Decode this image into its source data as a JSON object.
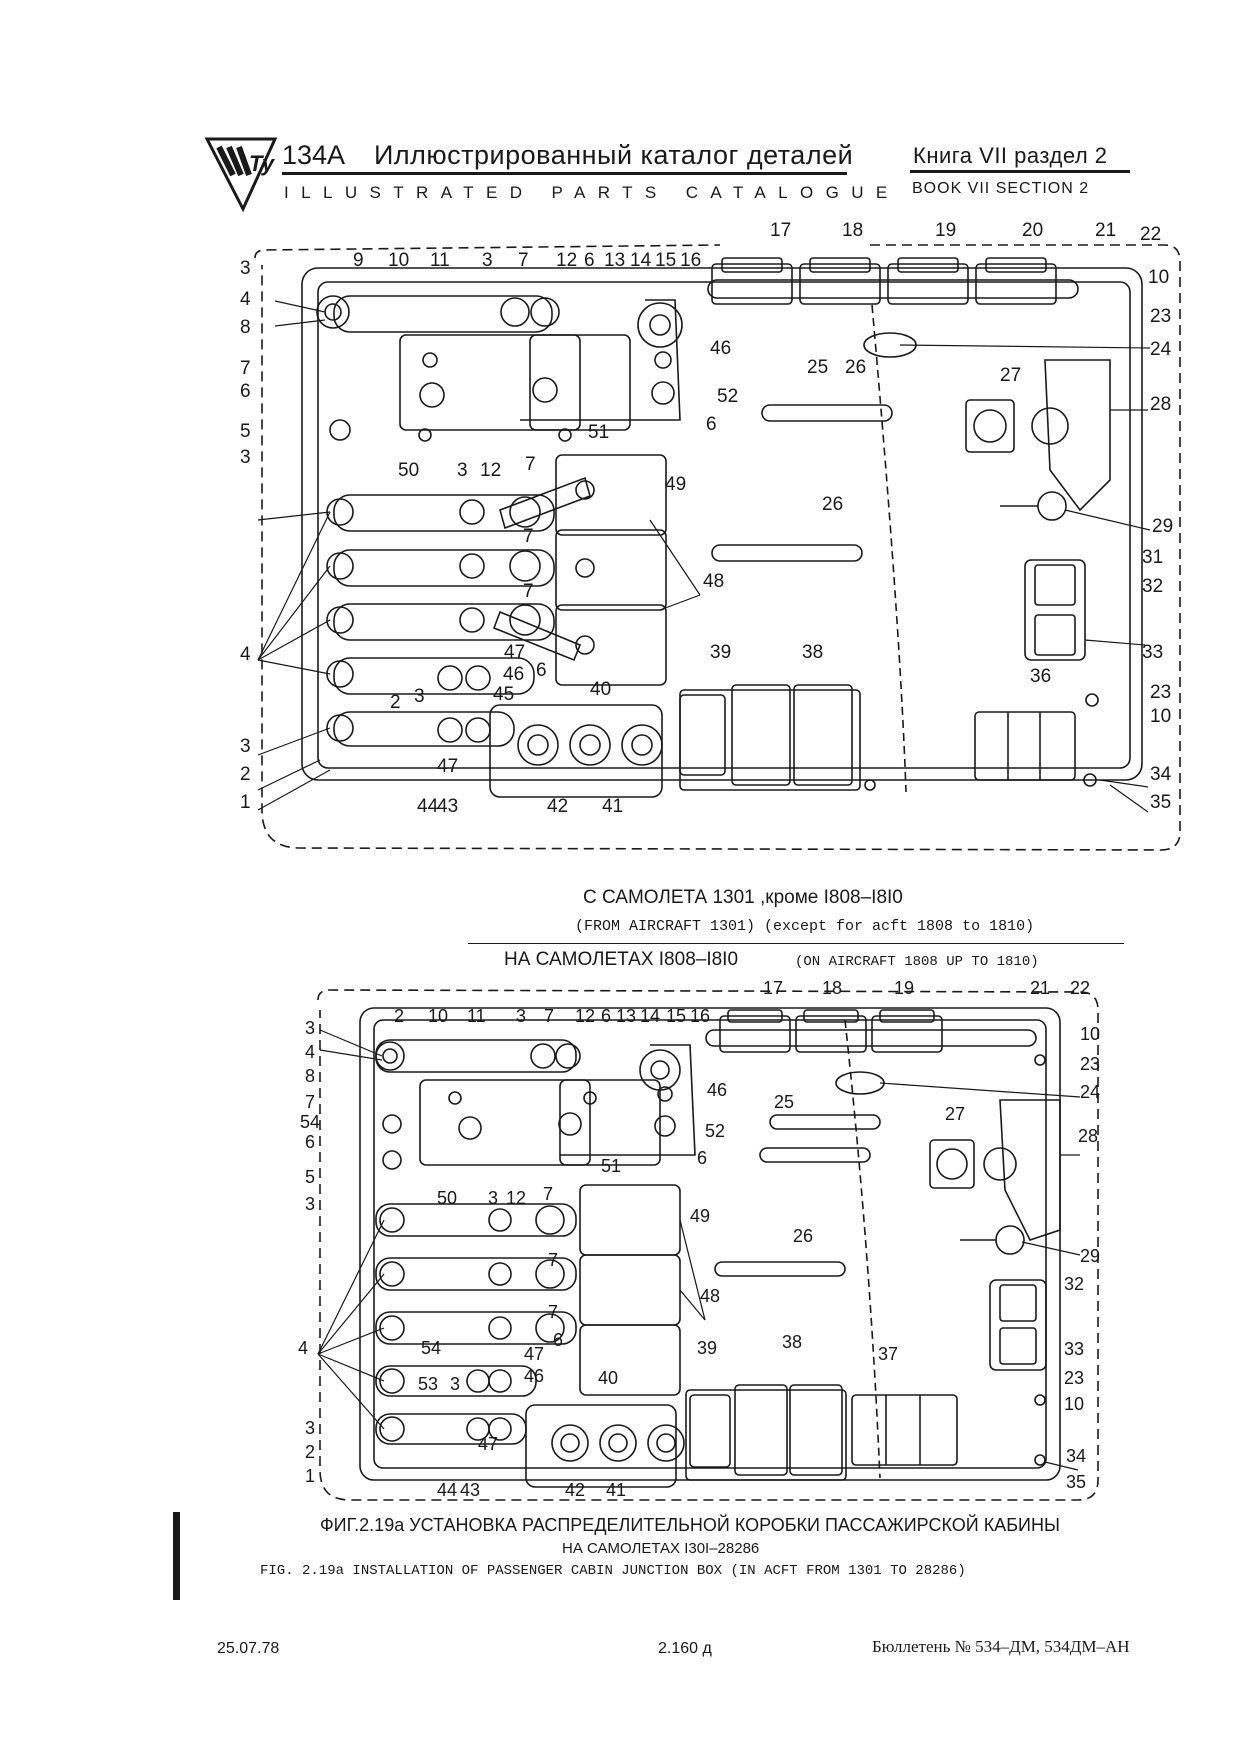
{
  "header": {
    "logo_text": "Ту",
    "model": "134A",
    "title_ru": "Иллюстрированный каталог деталей",
    "title_en": "ILLUSTRATED PARTS CATALOGUE",
    "book_ru": "Книга VII раздел 2",
    "book_en": "BOOK VII SECTION 2"
  },
  "diagram_top": {
    "callouts": [
      "17",
      "18",
      "19",
      "20",
      "21",
      "22",
      "9",
      "10",
      "11",
      "3",
      "7",
      "12",
      "6",
      "13",
      "14",
      "15",
      "16",
      "3",
      "4",
      "8",
      "10",
      "23",
      "46",
      "24",
      "25",
      "26",
      "52",
      "27",
      "28",
      "7",
      "6",
      "6",
      "5",
      "51",
      "3",
      "50",
      "3",
      "12",
      "7",
      "49",
      "26",
      "29",
      "7",
      "31",
      "48",
      "7",
      "32",
      "6",
      "33",
      "4",
      "39",
      "38",
      "47",
      "46",
      "36",
      "23",
      "2",
      "3",
      "45",
      "10",
      "40",
      "3",
      "2",
      "47",
      "34",
      "1",
      "44",
      "43",
      "42",
      "41",
      "35"
    ]
  },
  "caption_middle": {
    "line1_ru": "С САМОЛЕТА 1301 ,кроме I808–I8I0",
    "line1_en": "(FROM AIRCRAFT 1301) (except for acft 1808 to 1810)",
    "line2_ru": "НА САМОЛЕТАХ I808–I8I0",
    "line2_en": "(ON AIRCRAFT 1808 UP TO 1810)"
  },
  "diagram_bottom": {
    "callouts": [
      "17",
      "18",
      "19",
      "21",
      "22",
      "2",
      "10",
      "11",
      "3",
      "7",
      "12",
      "6",
      "13",
      "14",
      "15",
      "16",
      "3",
      "4",
      "8",
      "10",
      "23",
      "24",
      "46",
      "7",
      "54",
      "6",
      "25",
      "52",
      "27",
      "28",
      "6",
      "5",
      "51",
      "3",
      "50",
      "3",
      "12",
      "7",
      "49",
      "29",
      "26",
      "7",
      "48",
      "32",
      "4",
      "54",
      "47",
      "46",
      "7",
      "6",
      "33",
      "39",
      "38",
      "37",
      "23",
      "53",
      "3",
      "10",
      "40",
      "3",
      "2",
      "47",
      "34",
      "1",
      "44",
      "43",
      "42",
      "41",
      "35"
    ]
  },
  "figure_caption": {
    "ru": "ФИГ.2.19а УСТАНОВКА РАСПРЕДЕЛИТЕЛЬНОЙ КОРОБКИ ПАССАЖИРСКОЙ КАБИНЫ",
    "ru_line2": "НА САМОЛЕТАХ I30I–28286",
    "en": "FIG. 2.19a INSTALLATION OF PASSENGER CABIN JUNCTION BOX (IN ACFT FROM 1301 TO 28286)"
  },
  "footer": {
    "date": "25.07.78",
    "page": "2.160 д",
    "bulletin": "Бюллетень № 534–ДМ, 534ДМ–АН"
  }
}
